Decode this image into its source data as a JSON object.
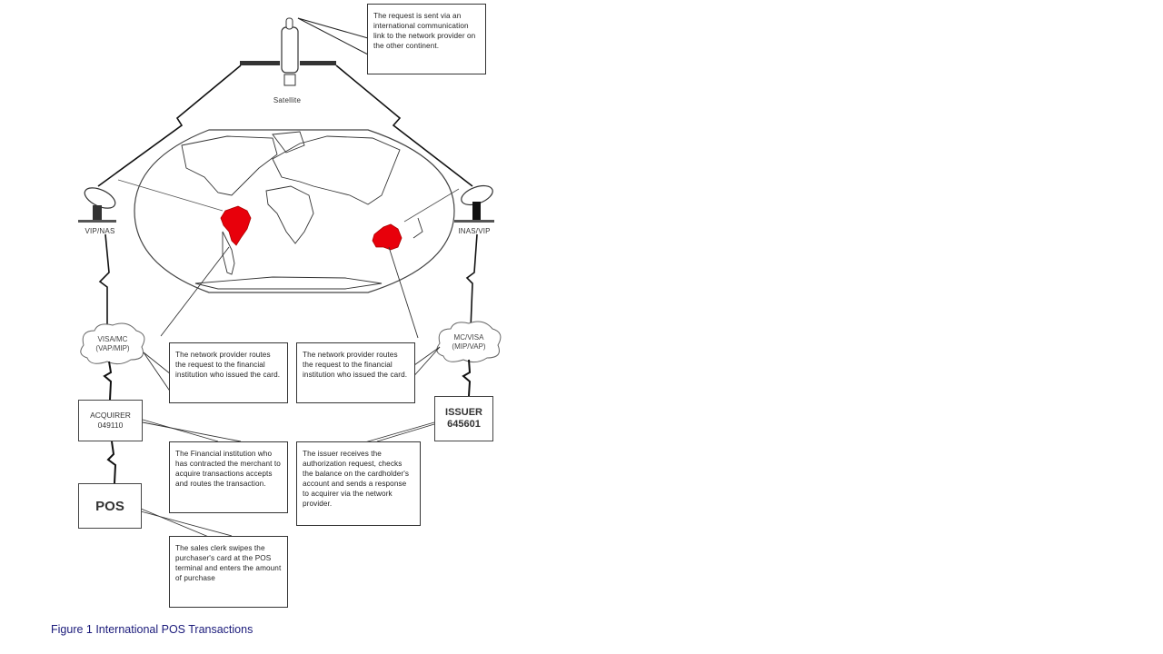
{
  "figure": {
    "caption": "Figure 1 International POS Transactions"
  },
  "colors": {
    "highlight": "#e8000b",
    "line": "#111111",
    "box_border": "#333333",
    "caption": "#1a1a7a"
  },
  "nodes": {
    "satellite": {
      "label": "Satellite",
      "icon": "satellite-icon"
    },
    "left_dish": {
      "label": "VIP/NAS",
      "icon": "satellite-dish-icon"
    },
    "right_dish": {
      "label": "INAS/VIP",
      "icon": "satellite-dish-icon"
    },
    "left_cloud": {
      "line1": "VISA/MC",
      "line2": "(VAP/MIP)",
      "icon": "cloud-icon"
    },
    "right_cloud": {
      "line1": "MC/VISA",
      "line2": "(MIP/VAP)",
      "icon": "cloud-icon"
    },
    "acquirer": {
      "line1": "ACQUIRER",
      "line2": "049110"
    },
    "issuer": {
      "line1": "ISSUER",
      "line2": "645601"
    },
    "pos": {
      "label": "POS"
    },
    "world_map": {
      "icon": "world-map-icon",
      "highlighted_regions": [
        "Brazil",
        "Australia"
      ]
    }
  },
  "callouts": {
    "satellite": "The request is sent via an international communication link to the network provider on the other continent.",
    "left_network": "The network provider routes the request to the financial institution who issued the card.",
    "right_network": "The network provider routes the request to the financial institution who issued the card.",
    "acquirer": "The Financial institution who has contracted the merchant to acquire transactions accepts and routes the transaction.",
    "issuer": "The issuer receives the authorization request, checks the balance on the cardholder's account and sends a response to acquirer via the network provider.",
    "pos": "The sales clerk swipes the purchaser's card at the POS terminal and enters the amount of purchase"
  }
}
